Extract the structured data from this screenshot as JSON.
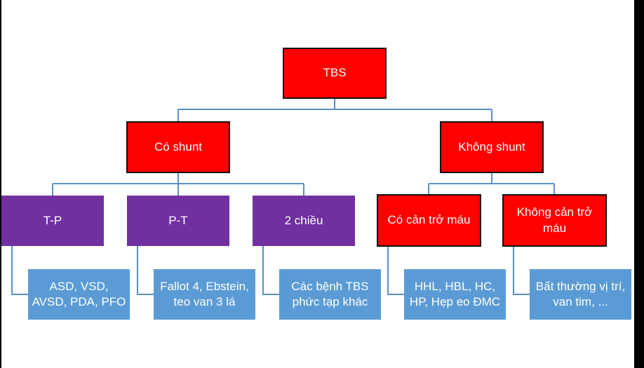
{
  "diagram": {
    "root": {
      "label": "TBS"
    },
    "branches": [
      {
        "label": "Có shunt"
      },
      {
        "label": "Không shunt"
      }
    ],
    "shunt_children": [
      {
        "label": "T-P",
        "detail": "ASD, VSD, AVSD, PDA, PFO"
      },
      {
        "label": "P-T",
        "detail": "Fallot 4, Ebstein, teo van 3 lá"
      },
      {
        "label": "2 chiều",
        "detail": "Các bệnh TBS phức tạp khác"
      }
    ],
    "no_shunt_children": [
      {
        "label": "Có cản trở máu",
        "detail": "HHL, HBL, HC, HP, Hẹp eo ĐMC"
      },
      {
        "label": "Không cản trở máu",
        "detail": "Bất thường vị trí, van tim, ..."
      }
    ],
    "colors": {
      "root_fill": "#ff0000",
      "shunt_category_fill": "#7030a0",
      "detail_fill": "#5b9bd5",
      "connector": "#5b8fc7",
      "border": "#111111",
      "text": "#ffffff",
      "background": "#ffffff",
      "frame": "#000000"
    }
  }
}
